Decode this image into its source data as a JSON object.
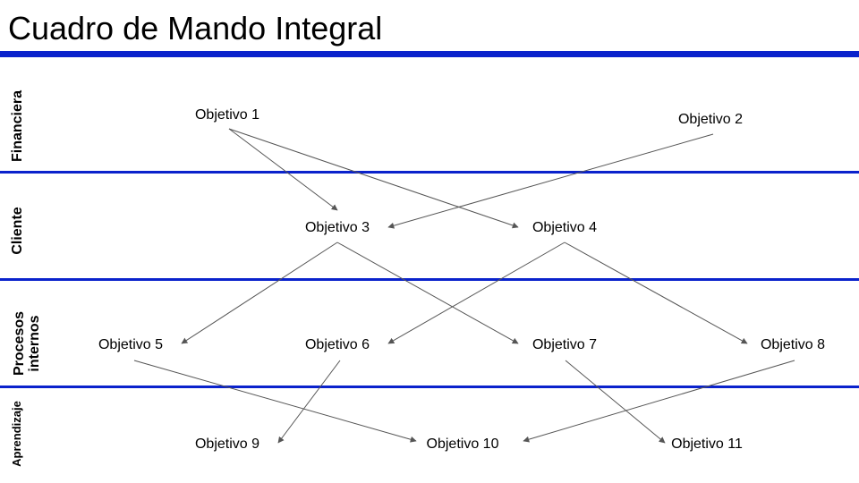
{
  "title": "Cuadro de Mando Integral",
  "colors": {
    "rule": "#0a22cc",
    "arrow": "#555555"
  },
  "lanes": [
    {
      "id": "financiera",
      "label": "Financiera"
    },
    {
      "id": "cliente",
      "label": "Cliente"
    },
    {
      "id": "procesos",
      "label": "Procesos\ninternos"
    },
    {
      "id": "aprendizaje",
      "label": "Aprendizaje"
    }
  ],
  "nodes": [
    {
      "id": "o1",
      "label": "Objetivo 1"
    },
    {
      "id": "o2",
      "label": "Objetivo 2"
    },
    {
      "id": "o3",
      "label": "Objetivo 3"
    },
    {
      "id": "o4",
      "label": "Objetivo 4"
    },
    {
      "id": "o5",
      "label": "Objetivo 5"
    },
    {
      "id": "o6",
      "label": "Objetivo 6"
    },
    {
      "id": "o7",
      "label": "Objetivo 7"
    },
    {
      "id": "o8",
      "label": "Objetivo 8"
    },
    {
      "id": "o9",
      "label": "Objetivo 9"
    },
    {
      "id": "o10",
      "label": "Objetivo 10"
    },
    {
      "id": "o11",
      "label": "Objetivo 11"
    }
  ],
  "edges": [
    {
      "from": "o1",
      "to": "o3"
    },
    {
      "from": "o1",
      "to": "o4"
    },
    {
      "from": "o2",
      "to": "o3"
    },
    {
      "from": "o3",
      "to": "o5"
    },
    {
      "from": "o3",
      "to": "o7"
    },
    {
      "from": "o4",
      "to": "o6"
    },
    {
      "from": "o4",
      "to": "o8"
    },
    {
      "from": "o5",
      "to": "o10"
    },
    {
      "from": "o6",
      "to": "o9"
    },
    {
      "from": "o7",
      "to": "o11"
    },
    {
      "from": "o8",
      "to": "o10"
    }
  ]
}
